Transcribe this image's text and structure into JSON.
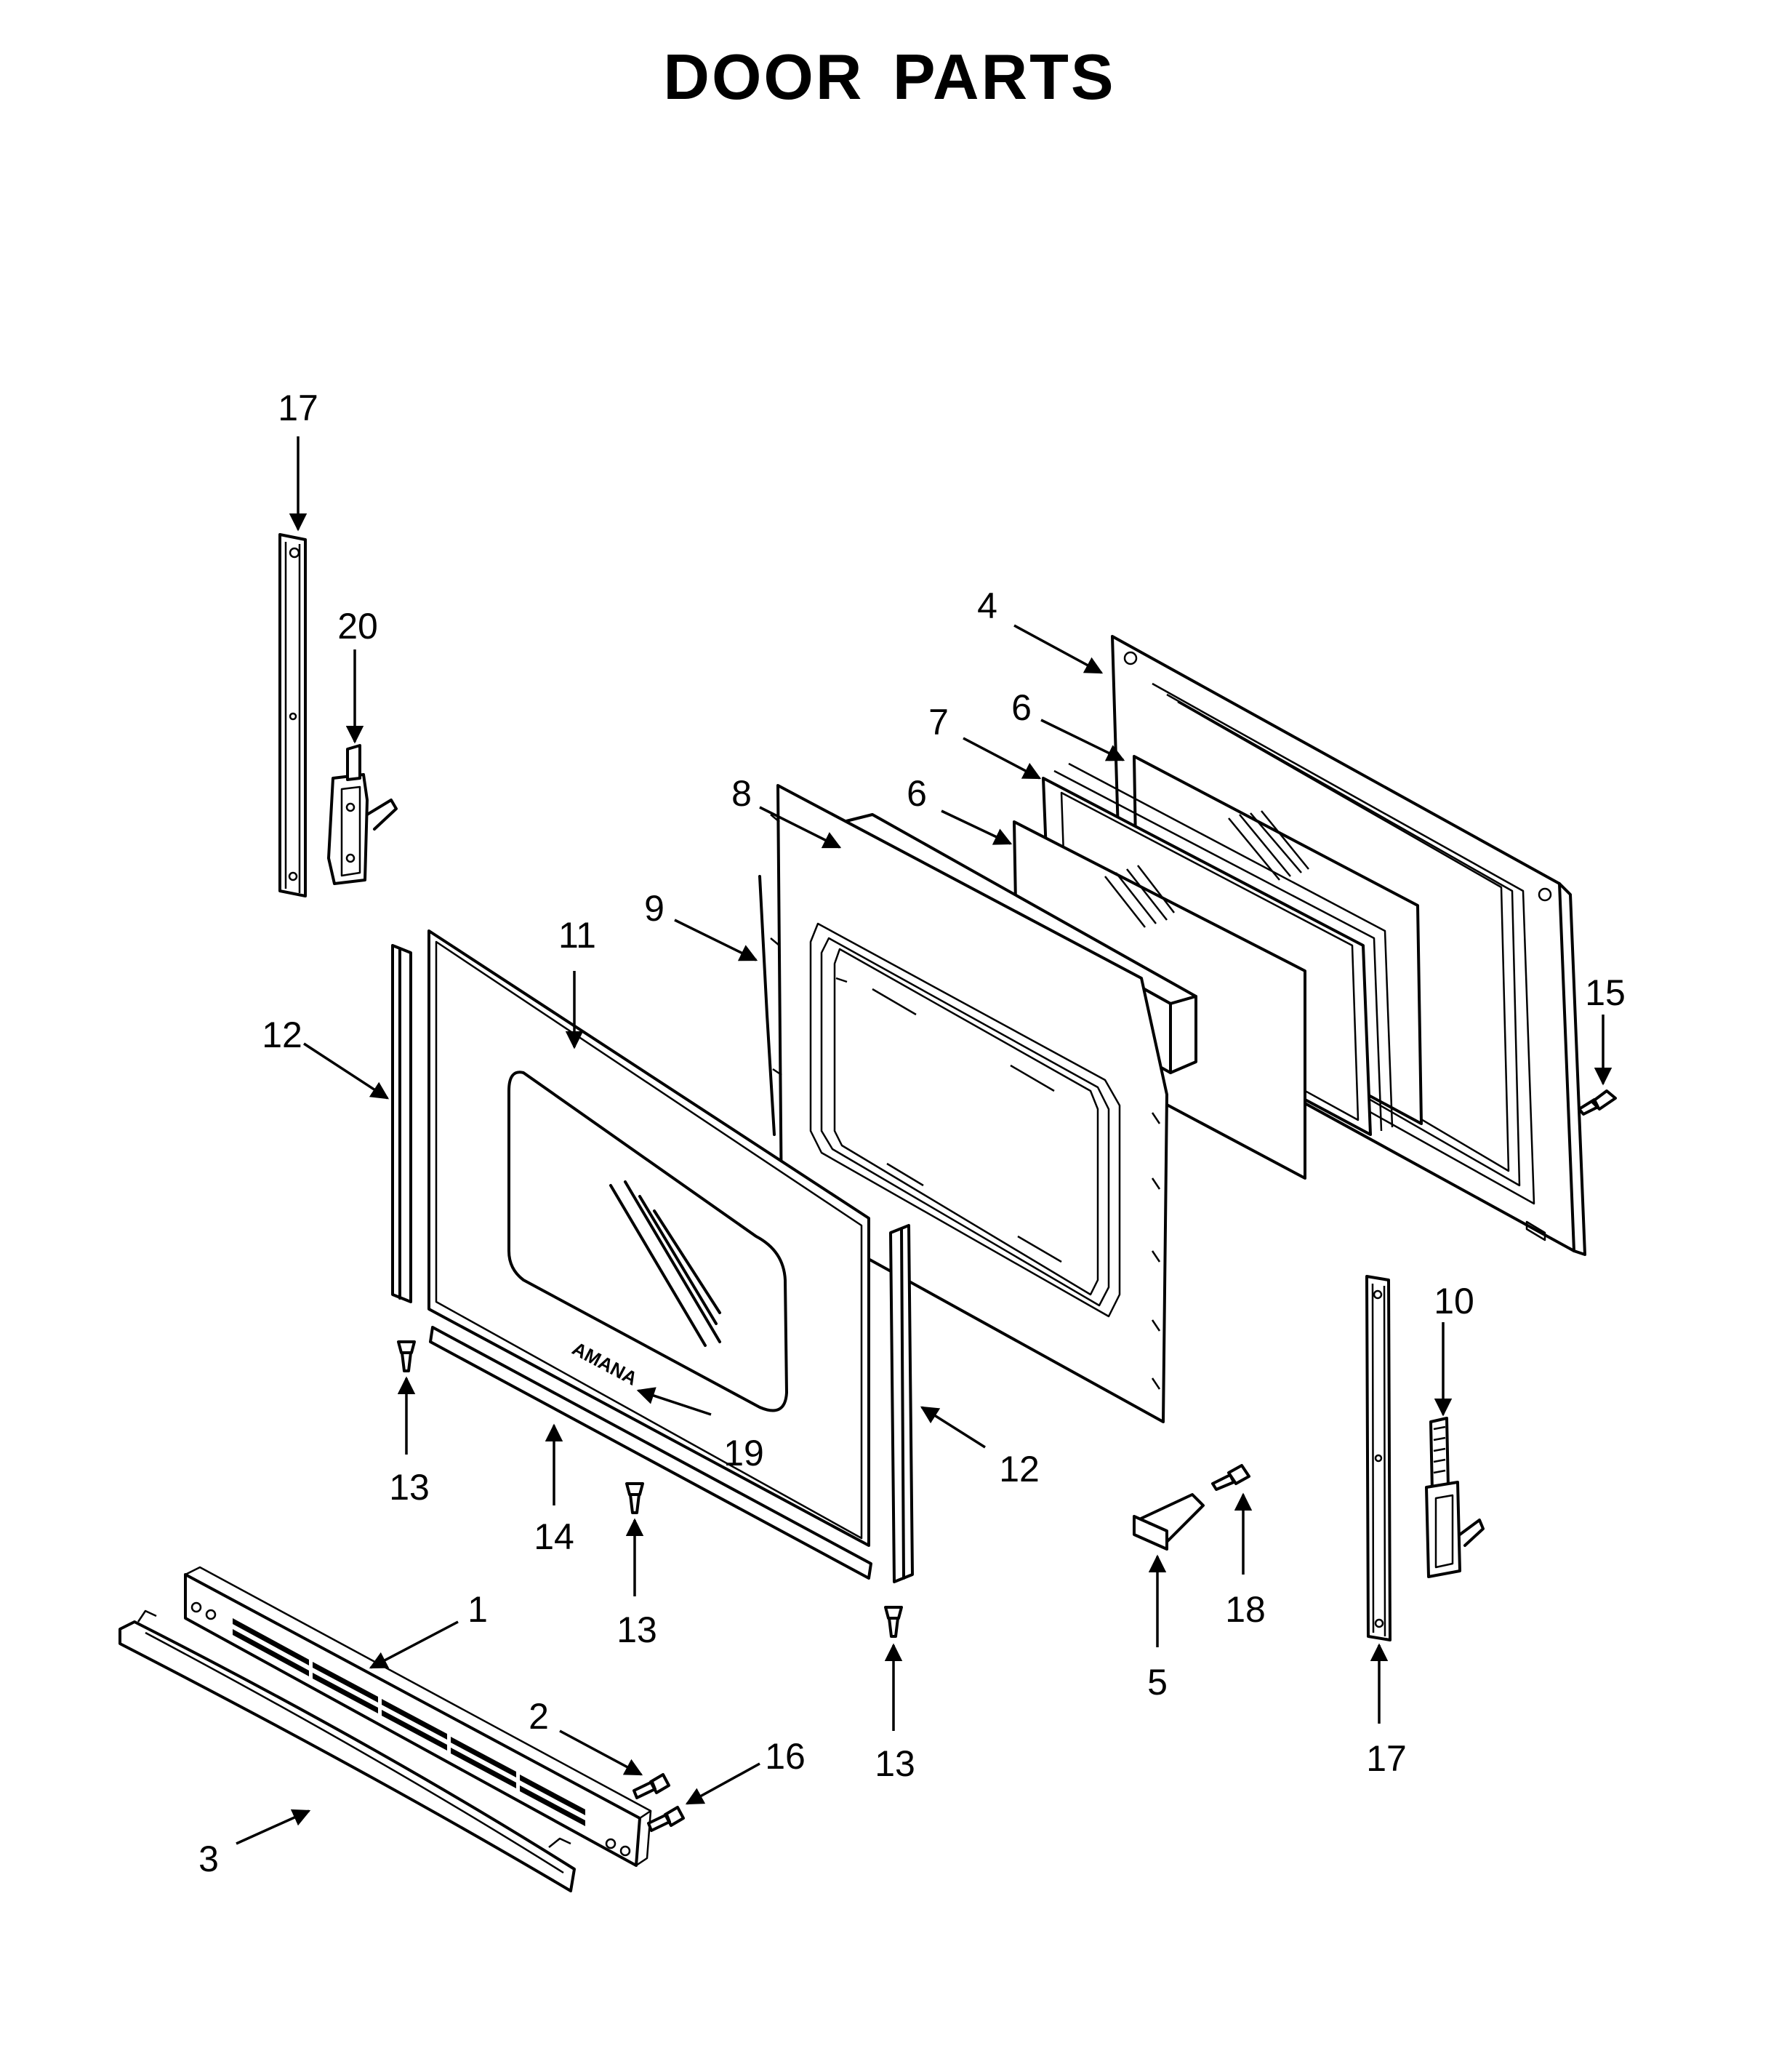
{
  "title": "DOOR PARTS",
  "brand_mark": "AMANA",
  "callouts": [
    "17",
    "20",
    "4",
    "7",
    "6",
    "8",
    "6",
    "9",
    "11",
    "12",
    "15",
    "10",
    "19",
    "12",
    "13",
    "14",
    "13",
    "13",
    "1",
    "2",
    "16",
    "3",
    "5",
    "18",
    "17"
  ]
}
